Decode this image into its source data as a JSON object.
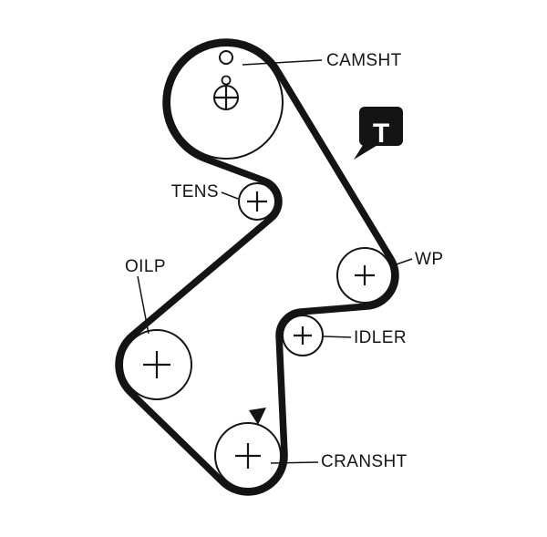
{
  "diagram": {
    "kind": "timing-belt-routing-diagram",
    "background": "#ffffff",
    "ink_color": "#141414",
    "belt_color": "#141414"
  },
  "labels": {
    "camshaft": "CAMSHT",
    "tensioner": "TENS",
    "oil_pump": "OILP",
    "water_pump": "WP",
    "idler": "IDLER",
    "crankshaft": "CRANSHT"
  },
  "timing_mark_badge": {
    "letter": "T",
    "background": "#141414",
    "foreground": "#ffffff"
  }
}
